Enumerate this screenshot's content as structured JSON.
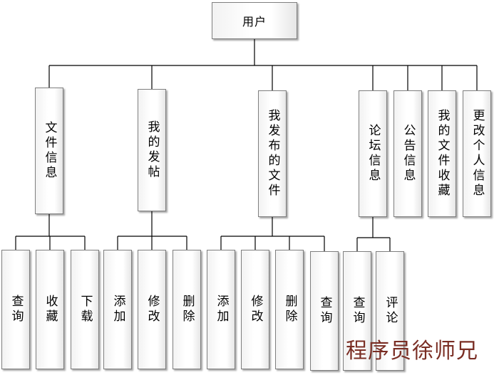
{
  "root": {
    "label": "用户"
  },
  "level1": [
    {
      "id": "file-info",
      "label": "文件信息"
    },
    {
      "id": "my-posts",
      "label": "我的发帖"
    },
    {
      "id": "my-published-files",
      "label": "我发布的文件"
    },
    {
      "id": "forum-info",
      "label": "论坛信息"
    },
    {
      "id": "notice-info",
      "label": "公告信息"
    },
    {
      "id": "my-favorites",
      "label": "我的文件收藏"
    },
    {
      "id": "change-profile",
      "label": "更改个人信息"
    }
  ],
  "level2": {
    "file-info": [
      "查询",
      "收藏",
      "下载"
    ],
    "my-posts": [
      "添加",
      "修改",
      "删除"
    ],
    "my-published-files": [
      "添加",
      "修改",
      "删除",
      "查询"
    ],
    "forum-info": [
      "查询",
      "评论"
    ]
  },
  "watermark": "程序员徐师兄",
  "colors": {
    "border": "#7f7f7f",
    "line": "#000000",
    "watermark": "#7a2e24"
  }
}
